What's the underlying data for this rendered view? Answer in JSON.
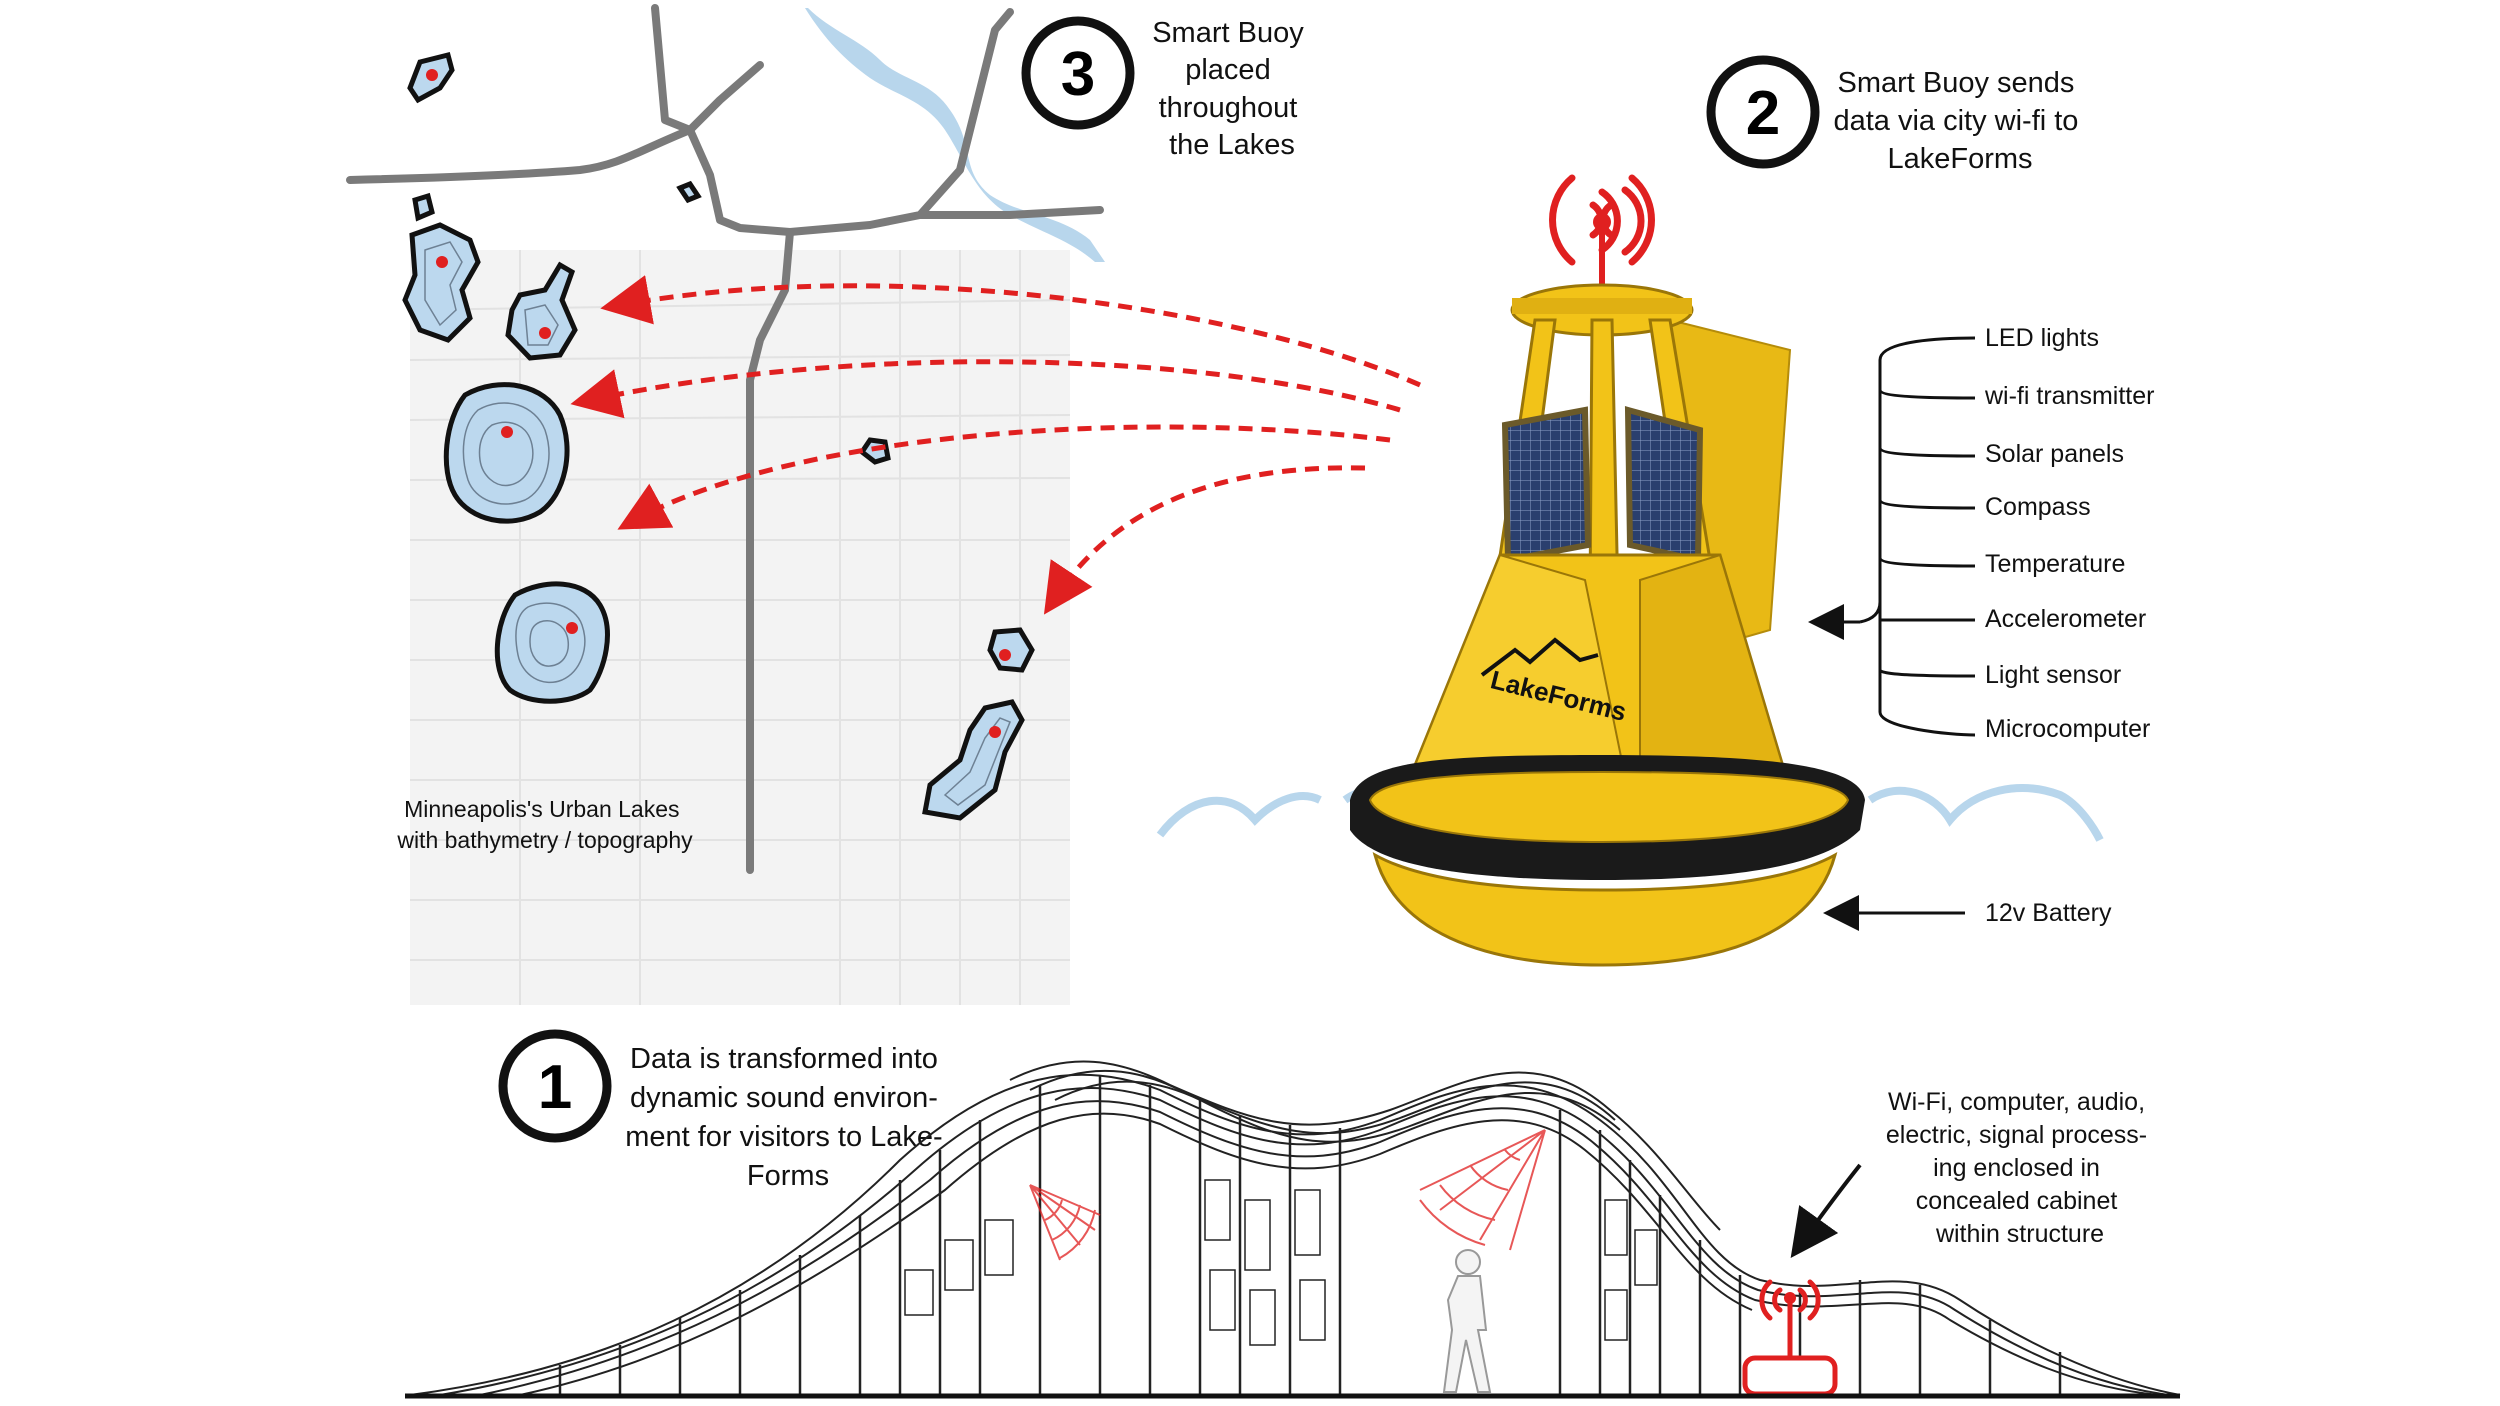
{
  "steps": [
    {
      "number": "1",
      "text_lines": [
        "Data is transformed into",
        "dynamic sound environ-",
        "ment for visitors to Lake-",
        "Forms"
      ]
    },
    {
      "number": "2",
      "text_lines": [
        "Smart Buoy sends",
        "data via city wi-fi to",
        "LakeForms"
      ]
    },
    {
      "number": "3",
      "text_lines": [
        "Smart Buoy",
        "placed",
        "throughout",
        "the Lakes"
      ]
    }
  ],
  "map": {
    "caption_lines": [
      "Minneapolis's Urban Lakes",
      "with bathymetry / topography"
    ]
  },
  "buoy": {
    "brand": "LakeForms",
    "sensors": [
      "LED lights",
      "wi-fi transmitter",
      "Solar panels",
      "Compass",
      "Temperature",
      "Accelerometer",
      "Light sensor",
      "Microcomputer"
    ],
    "battery": "12v Battery"
  },
  "structure": {
    "cabinet_note_lines": [
      "Wi-Fi, computer, audio,",
      "electric, signal process-",
      "ing enclosed in",
      "concealed cabinet",
      "within structure"
    ]
  },
  "colors": {
    "buoy_yellow": "#f2c318",
    "signal_red": "#e02020",
    "lake_blue": "#bcd8ee",
    "road_gray": "#777777",
    "water_wave": "#b8d6ec"
  }
}
